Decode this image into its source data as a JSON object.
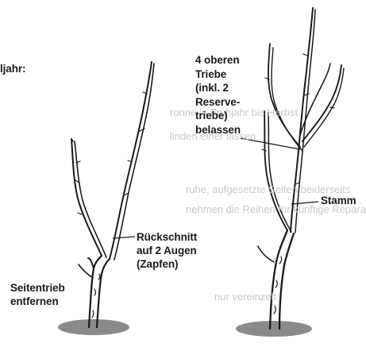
{
  "labels": {
    "jahr_fragment": "ljahr:",
    "oberen_triebe": "4 oberen\nTriebe\n(inkl. 2\nReserve-\ntriebe)\nbelassen",
    "stamm": "Stamm",
    "rueckschnitt": "Rückschnitt\nauf 2 Augen\n(Zapfen)",
    "seitentrieb": "Seitentrieb\nentfernen"
  },
  "background_text": {
    "line1": "ronne in Frühjahr bis Herbst",
    "line2": "linden einer lassen",
    "line3": "ruhe, aufgesetzte Seiten beiderseits",
    "line4": "nehmen die Reihen für künftige Reparatur",
    "line5": "nur vereinzelt"
  },
  "colors": {
    "ink": "#1a1a1a",
    "ghost_text": "#c9c9c9",
    "background": "#ffffff"
  }
}
